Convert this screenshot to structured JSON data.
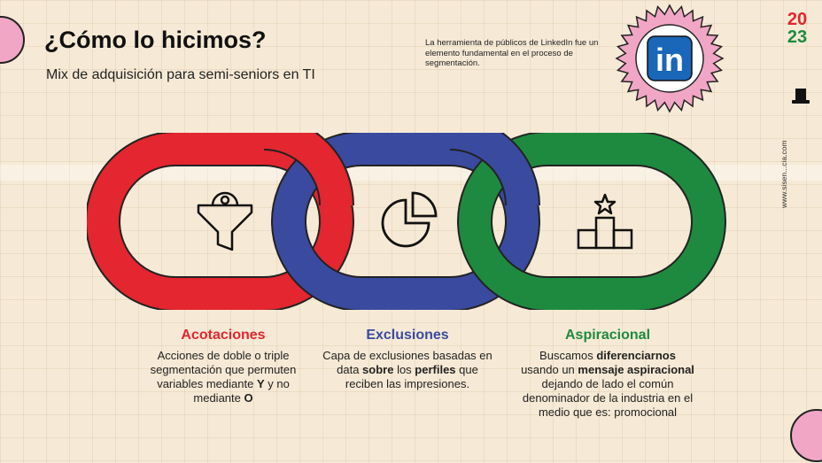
{
  "header": {
    "title": "¿Cómo lo hicimos?",
    "subtitle": "Mix de adquisición para semi-seniors en TI",
    "note": "La herramienta de públicos de LinkedIn fue un elemento fundamental en el proceso de segmentación."
  },
  "badge": {
    "logo_text": "in",
    "icon": "linkedin-icon"
  },
  "side": {
    "year_top": "20",
    "year_bottom": "23",
    "site": "www.sisen...cia.com"
  },
  "colors": {
    "red": "#e3262f",
    "blue": "#3a4a9f",
    "green": "#1e8a3f",
    "pink": "#f0a6c4",
    "background": "#f6ead6"
  },
  "pillars": [
    {
      "icon": "funnel-icon",
      "title": "Acotaciones",
      "color": "#e3262f",
      "desc_a": "Acciones de doble o triple segmentación que permuten variables mediante ",
      "desc_b": "Y",
      "desc_c": " y no mediante ",
      "desc_d": "O"
    },
    {
      "icon": "pie-chart-icon",
      "title": "Exclusiones",
      "color": "#3a4a9f",
      "desc_a": "Capa de exclusiones basadas en data ",
      "desc_b": "sobre",
      "desc_c": " los ",
      "desc_d": "perfiles",
      "desc_e": " que reciben las impresiones."
    },
    {
      "icon": "podium-icon",
      "title": "Aspiracional",
      "color": "#1e8a3f",
      "desc_a": "Buscamos ",
      "desc_b": "diferenciarnos",
      "desc_c": " usando un ",
      "desc_d": "mensaje aspiracional",
      "desc_e": " dejando de lado el común denominador de la industria en el medio que es: promocional"
    }
  ]
}
